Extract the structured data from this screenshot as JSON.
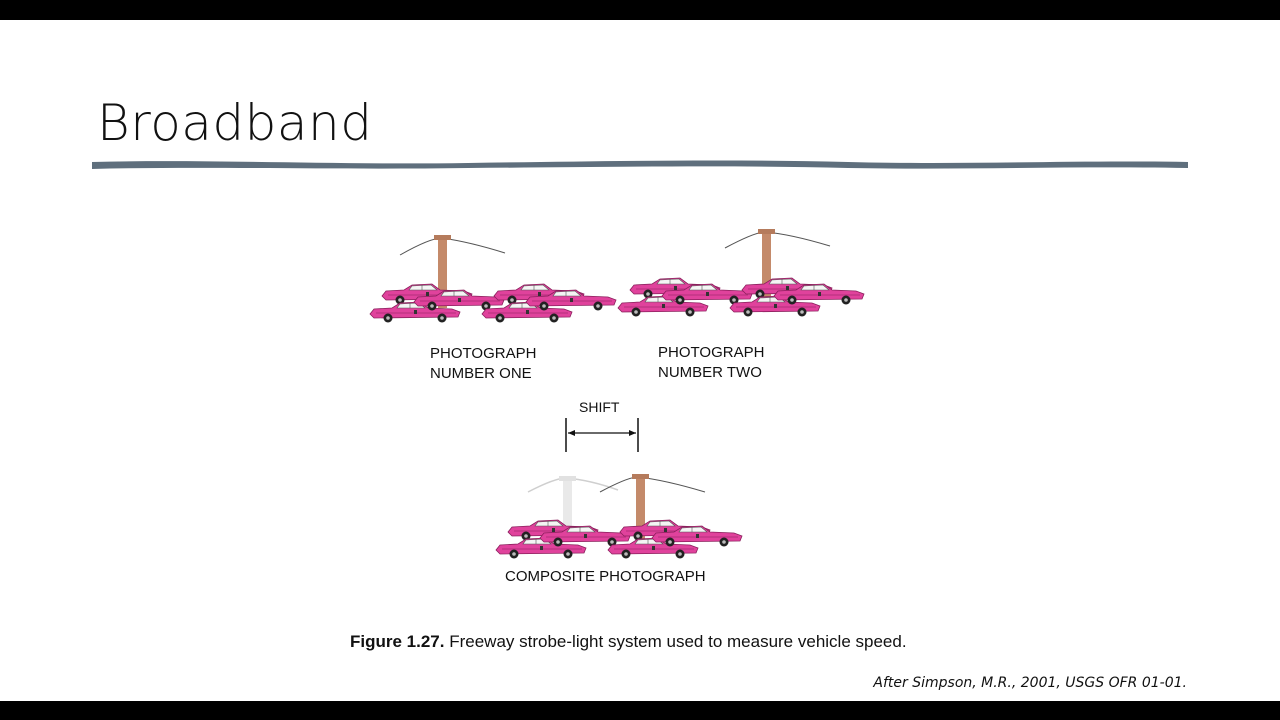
{
  "slide": {
    "title": "Broadband",
    "accent_color": "#5f6f7d"
  },
  "figure": {
    "photo_one_label_line1": "PHOTOGRAPH",
    "photo_one_label_line2": "NUMBER ONE",
    "photo_two_label_line1": "PHOTOGRAPH",
    "photo_two_label_line2": "NUMBER TWO",
    "shift_label": "SHIFT",
    "composite_label": "COMPOSITE PHOTOGRAPH",
    "car_color": "#e0429c",
    "pole_color": "#c48a6a",
    "ghost_pole_color": "#e9e9e9"
  },
  "caption": {
    "figure_number": "Figure 1.27.",
    "text": "Freeway strobe-light system used to measure vehicle speed."
  },
  "credit": "After Simpson, M.R., 2001, USGS OFR 01-01."
}
